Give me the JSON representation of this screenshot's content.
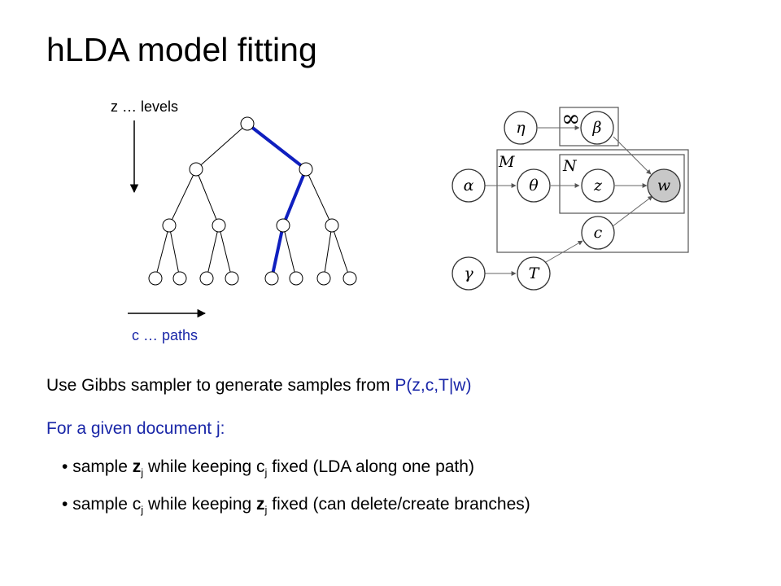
{
  "title": "hLDA model fitting",
  "tree": {
    "levels_label": "z … levels",
    "paths_label": "c … paths",
    "highlight_color": "#0f1fbf"
  },
  "graphical_model": {
    "nodes": {
      "eta": "η",
      "beta": "β",
      "alpha": "α",
      "theta": "θ",
      "z": "z",
      "w": "w",
      "c": "c",
      "gamma": "γ",
      "T": "T"
    },
    "plates": {
      "infinity": "∞",
      "M": "M",
      "N": "N"
    }
  },
  "text": {
    "gibbs_prefix": "Use Gibbs sampler to generate samples from ",
    "gibbs_formula": "P(z,c,T|w)",
    "given_doc": "For a given document j:",
    "bullet1": {
      "bullet": "•",
      "p1": "sample ",
      "z": "z",
      "sub1": "j",
      "p2": " while keeping c",
      "sub2": "j",
      "p3": " fixed (LDA along one path)"
    },
    "bullet2": {
      "bullet": "•",
      "p1": "sample c",
      "sub1": "j",
      "p2": " while keeping ",
      "z": "z",
      "sub2": "j",
      "p3": " fixed (can delete/create branches)"
    }
  }
}
